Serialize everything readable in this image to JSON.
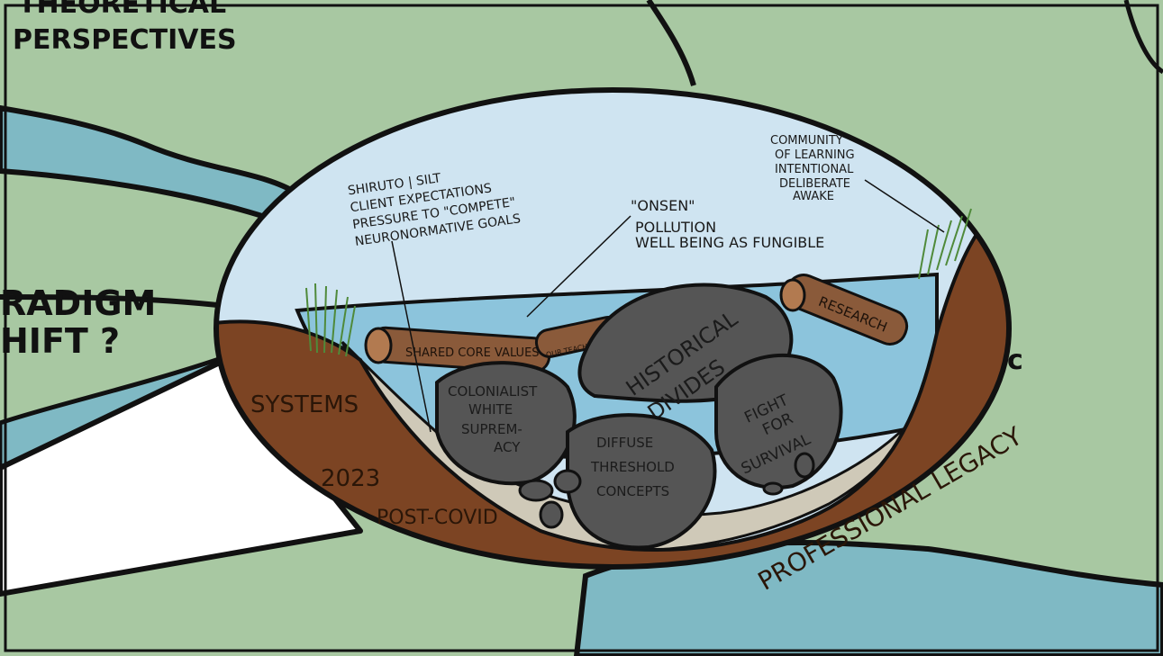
{
  "map": {
    "top_left_line1": "THEORETICAL",
    "top_left_line2": "PERSPECTIVES",
    "left_line1": "RADIGM",
    "left_line2": "HIFT ?"
  },
  "annotations": {
    "silt_lines": [
      "SHIRUTO | SILT",
      "CLIENT EXPECTATIONS",
      "PRESSURE TO \"COMPETE\"",
      "NEURONORMATIVE GOALS"
    ],
    "onsen_lines": [
      "\"ONSEN\"",
      "POLLUTION",
      "WELL BEING AS FUNGIBLE"
    ],
    "community_lines": [
      "COMMUNITY",
      "OF LEARNING",
      "INTENTIONAL",
      "DELIBERATE",
      "AWAKE"
    ]
  },
  "logs": {
    "shared_core_values": "SHARED CORE VALUES",
    "our_teachers": "OUR TEACHERS",
    "research": "RESEARCH"
  },
  "rocks": {
    "colonialist": [
      "COLONIALIST",
      "WHITE",
      "SUPREM-",
      "ACY"
    ],
    "historical": [
      "HISTORICAL",
      "DIVIDES"
    ],
    "diffuse": [
      "DIFFUSE",
      "THRESHOLD",
      "CONCEPTS"
    ],
    "fight": [
      "FIGHT",
      "FOR",
      "SURVIVAL"
    ]
  },
  "soil": {
    "systems": "SYSTEMS",
    "year": "2023",
    "post_covid": "POST-COVID",
    "professional_legacy": "PROFESSIONAL LEGACY"
  },
  "colors": {
    "land": "#a8c8a2",
    "water": "#7fb9c4",
    "sky": "#cfe4f1",
    "pool": "#8cc4dc",
    "soil": "#7c4423",
    "rock": "#555555",
    "log": "#8a5a3a",
    "grass": "#6aa84f"
  }
}
